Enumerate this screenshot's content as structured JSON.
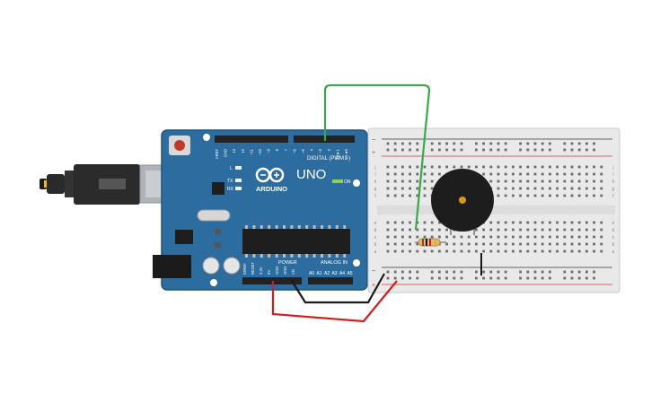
{
  "arduino": {
    "brand": "ARDUINO",
    "model": "UNO",
    "digital_label": "DIGITAL (PWM ~)",
    "power_label": "POWER",
    "analog_label": "ANALOG IN",
    "on_label": "ON",
    "led_l": "L",
    "led_tx": "TX",
    "led_rx": "RX",
    "top_pins": [
      "AREF",
      "GND",
      "13",
      "12",
      "~11",
      "~10",
      "~9",
      "8",
      "7",
      "~6",
      "~5",
      "4",
      "~3",
      "2",
      "TX►1",
      "RX◄0"
    ],
    "power_pins": [
      "IOREF",
      "RESET",
      "3.3V",
      "5V",
      "GND",
      "GND",
      "Vin"
    ],
    "analog_pins": [
      "A0",
      "A1",
      "A2",
      "A3",
      "A4",
      "A5"
    ]
  },
  "breadboard": {
    "row_letters_top": [
      "j",
      "i",
      "h",
      "g",
      "f"
    ],
    "row_letters_bottom": [
      "e",
      "d",
      "c",
      "b",
      "a"
    ],
    "rail_minus": "−",
    "rail_plus": "+",
    "column_count": 30
  },
  "colors": {
    "board": "#2d6c9e",
    "board_edge": "#1f5480",
    "wire_green": "#3aa84a",
    "wire_red": "#d11f1f",
    "wire_black": "#1a1a1a",
    "breadboard": "#e9e9e9",
    "rail_red": "#d63a3a"
  },
  "components": [
    "usb-cable",
    "arduino-uno",
    "breadboard",
    "piezo-buzzer",
    "resistor"
  ]
}
